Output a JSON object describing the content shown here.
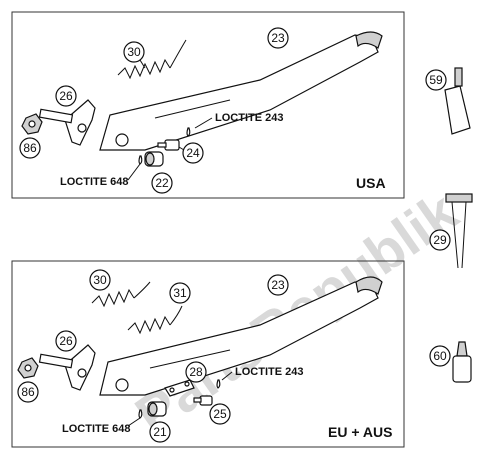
{
  "watermark": "PartsRepublik",
  "panels": {
    "usa": {
      "region_label": "USA",
      "callouts": [
        "30",
        "23",
        "26",
        "86",
        "24",
        "22"
      ],
      "loctite_a": "LOCTITE 243",
      "loctite_b": "LOCTITE 648"
    },
    "eu": {
      "region_label": "EU + AUS",
      "callouts": [
        "30",
        "23",
        "31",
        "26",
        "86",
        "28",
        "25",
        "21"
      ],
      "loctite_a": "LOCTITE 243",
      "loctite_b": "LOCTITE 648"
    }
  },
  "side_parts": [
    "59",
    "29",
    "60"
  ]
}
